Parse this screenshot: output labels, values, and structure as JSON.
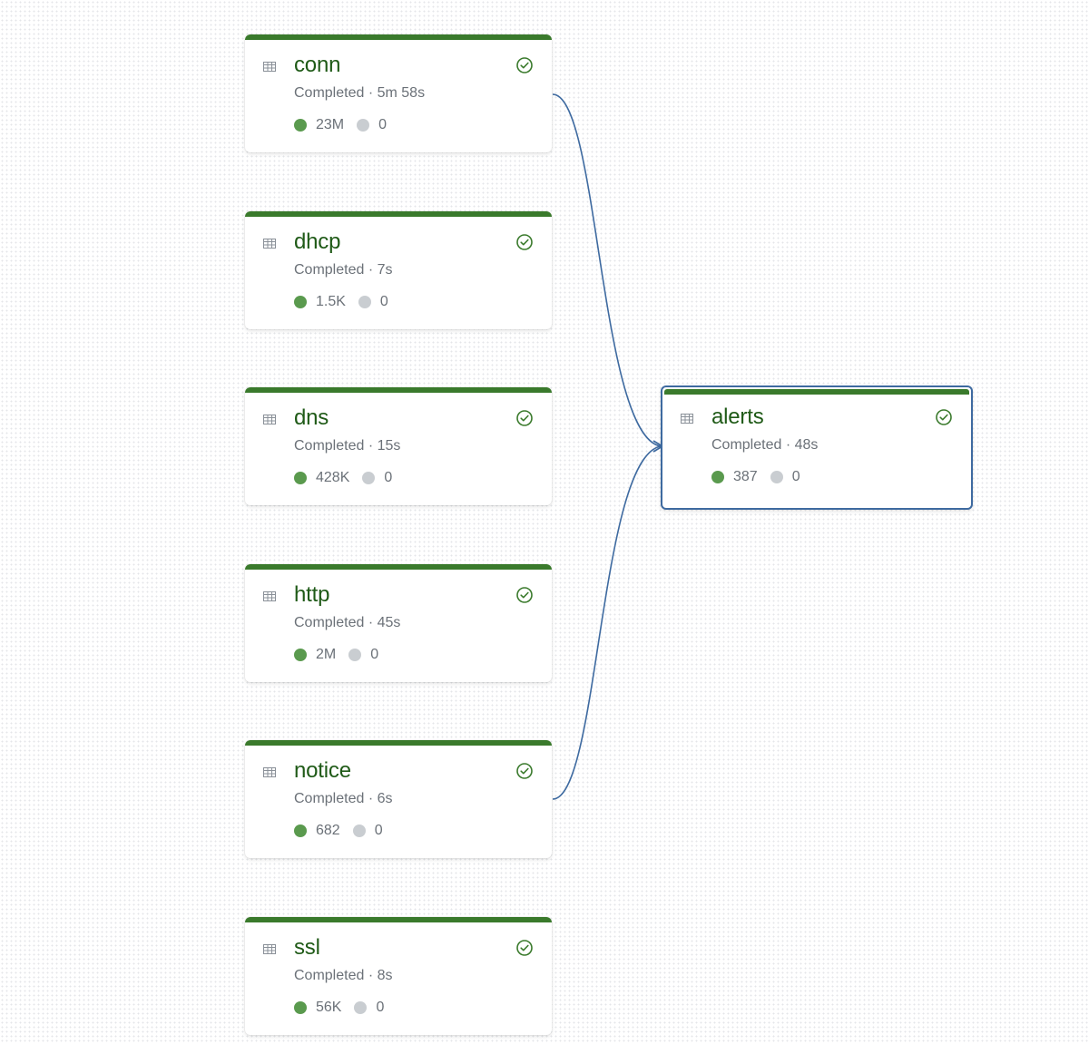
{
  "colors": {
    "node_accent": "#3a7a2c",
    "node_name": "#1f5a17",
    "edge": "#3e6aa0",
    "success_dot": "#5a9a4e",
    "neutral_dot": "#c9cdd1",
    "check": "#3a7a2c"
  },
  "nodes": [
    {
      "name": "conn",
      "status": "Completed · 5m 58s",
      "success_count": "23M",
      "other_count": "0",
      "icon": "table-icon",
      "state_icon": "check-circle-icon"
    },
    {
      "name": "dhcp",
      "status": "Completed · 7s",
      "success_count": "1.5K",
      "other_count": "0",
      "icon": "table-icon",
      "state_icon": "check-circle-icon"
    },
    {
      "name": "dns",
      "status": "Completed · 15s",
      "success_count": "428K",
      "other_count": "0",
      "icon": "table-icon",
      "state_icon": "check-circle-icon"
    },
    {
      "name": "http",
      "status": "Completed · 45s",
      "success_count": "2M",
      "other_count": "0",
      "icon": "table-icon",
      "state_icon": "check-circle-icon"
    },
    {
      "name": "notice",
      "status": "Completed · 6s",
      "success_count": "682",
      "other_count": "0",
      "icon": "table-icon",
      "state_icon": "check-circle-icon"
    },
    {
      "name": "ssl",
      "status": "Completed · 8s",
      "success_count": "56K",
      "other_count": "0",
      "icon": "table-icon",
      "state_icon": "check-circle-icon"
    },
    {
      "name": "alerts",
      "status": "Completed · 48s",
      "success_count": "387",
      "other_count": "0",
      "icon": "table-icon",
      "state_icon": "check-circle-icon",
      "selected": true
    }
  ],
  "edges": [
    {
      "from": "conn",
      "to": "alerts"
    },
    {
      "from": "notice",
      "to": "alerts"
    }
  ]
}
